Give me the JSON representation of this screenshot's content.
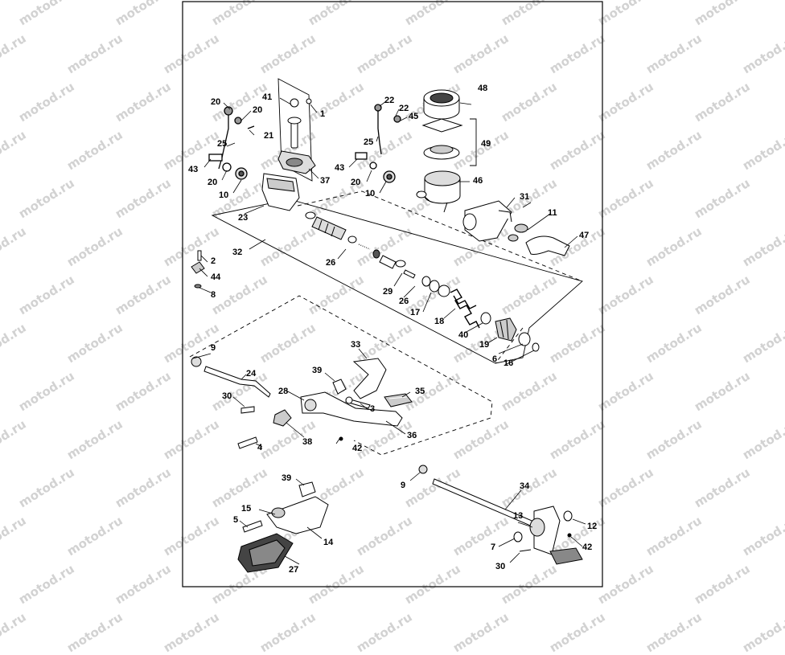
{
  "watermark": {
    "text": "motod.ru"
  },
  "callouts": [
    {
      "id": "c1",
      "label": "1"
    },
    {
      "id": "c2",
      "label": "2"
    },
    {
      "id": "c3",
      "label": "3"
    },
    {
      "id": "c4",
      "label": "4"
    },
    {
      "id": "c5",
      "label": "5"
    },
    {
      "id": "c6",
      "label": "6"
    },
    {
      "id": "c7",
      "label": "7"
    },
    {
      "id": "c8",
      "label": "8"
    },
    {
      "id": "c9a",
      "label": "9"
    },
    {
      "id": "c9b",
      "label": "9"
    },
    {
      "id": "c10a",
      "label": "10"
    },
    {
      "id": "c10b",
      "label": "10"
    },
    {
      "id": "c11",
      "label": "11"
    },
    {
      "id": "c12",
      "label": "12"
    },
    {
      "id": "c13",
      "label": "13"
    },
    {
      "id": "c14",
      "label": "14"
    },
    {
      "id": "c15",
      "label": "15"
    },
    {
      "id": "c16",
      "label": "16"
    },
    {
      "id": "c17",
      "label": "17"
    },
    {
      "id": "c18",
      "label": "18"
    },
    {
      "id": "c19",
      "label": "19"
    },
    {
      "id": "c20a",
      "label": "20"
    },
    {
      "id": "c20b",
      "label": "20"
    },
    {
      "id": "c20c",
      "label": "20"
    },
    {
      "id": "c20d",
      "label": "20"
    },
    {
      "id": "c21",
      "label": "21"
    },
    {
      "id": "c22a",
      "label": "22"
    },
    {
      "id": "c22b",
      "label": "22"
    },
    {
      "id": "c23",
      "label": "23"
    },
    {
      "id": "c24",
      "label": "24"
    },
    {
      "id": "c25a",
      "label": "25"
    },
    {
      "id": "c25b",
      "label": "25"
    },
    {
      "id": "c26a",
      "label": "26"
    },
    {
      "id": "c26b",
      "label": "26"
    },
    {
      "id": "c27",
      "label": "27"
    },
    {
      "id": "c28",
      "label": "28"
    },
    {
      "id": "c29",
      "label": "29"
    },
    {
      "id": "c30a",
      "label": "30"
    },
    {
      "id": "c30b",
      "label": "30"
    },
    {
      "id": "c31",
      "label": "31"
    },
    {
      "id": "c32",
      "label": "32"
    },
    {
      "id": "c33",
      "label": "33"
    },
    {
      "id": "c34",
      "label": "34"
    },
    {
      "id": "c35",
      "label": "35"
    },
    {
      "id": "c36",
      "label": "36"
    },
    {
      "id": "c37",
      "label": "37"
    },
    {
      "id": "c38",
      "label": "38"
    },
    {
      "id": "c39a",
      "label": "39"
    },
    {
      "id": "c39b",
      "label": "39"
    },
    {
      "id": "c40",
      "label": "40"
    },
    {
      "id": "c41",
      "label": "41"
    },
    {
      "id": "c42a",
      "label": "42"
    },
    {
      "id": "c42b",
      "label": "42"
    },
    {
      "id": "c43a",
      "label": "43"
    },
    {
      "id": "c43b",
      "label": "43"
    },
    {
      "id": "c44",
      "label": "44"
    },
    {
      "id": "c45",
      "label": "45"
    },
    {
      "id": "c46",
      "label": "46"
    },
    {
      "id": "c47",
      "label": "47"
    },
    {
      "id": "c48",
      "label": "48"
    },
    {
      "id": "c49",
      "label": "49"
    }
  ]
}
